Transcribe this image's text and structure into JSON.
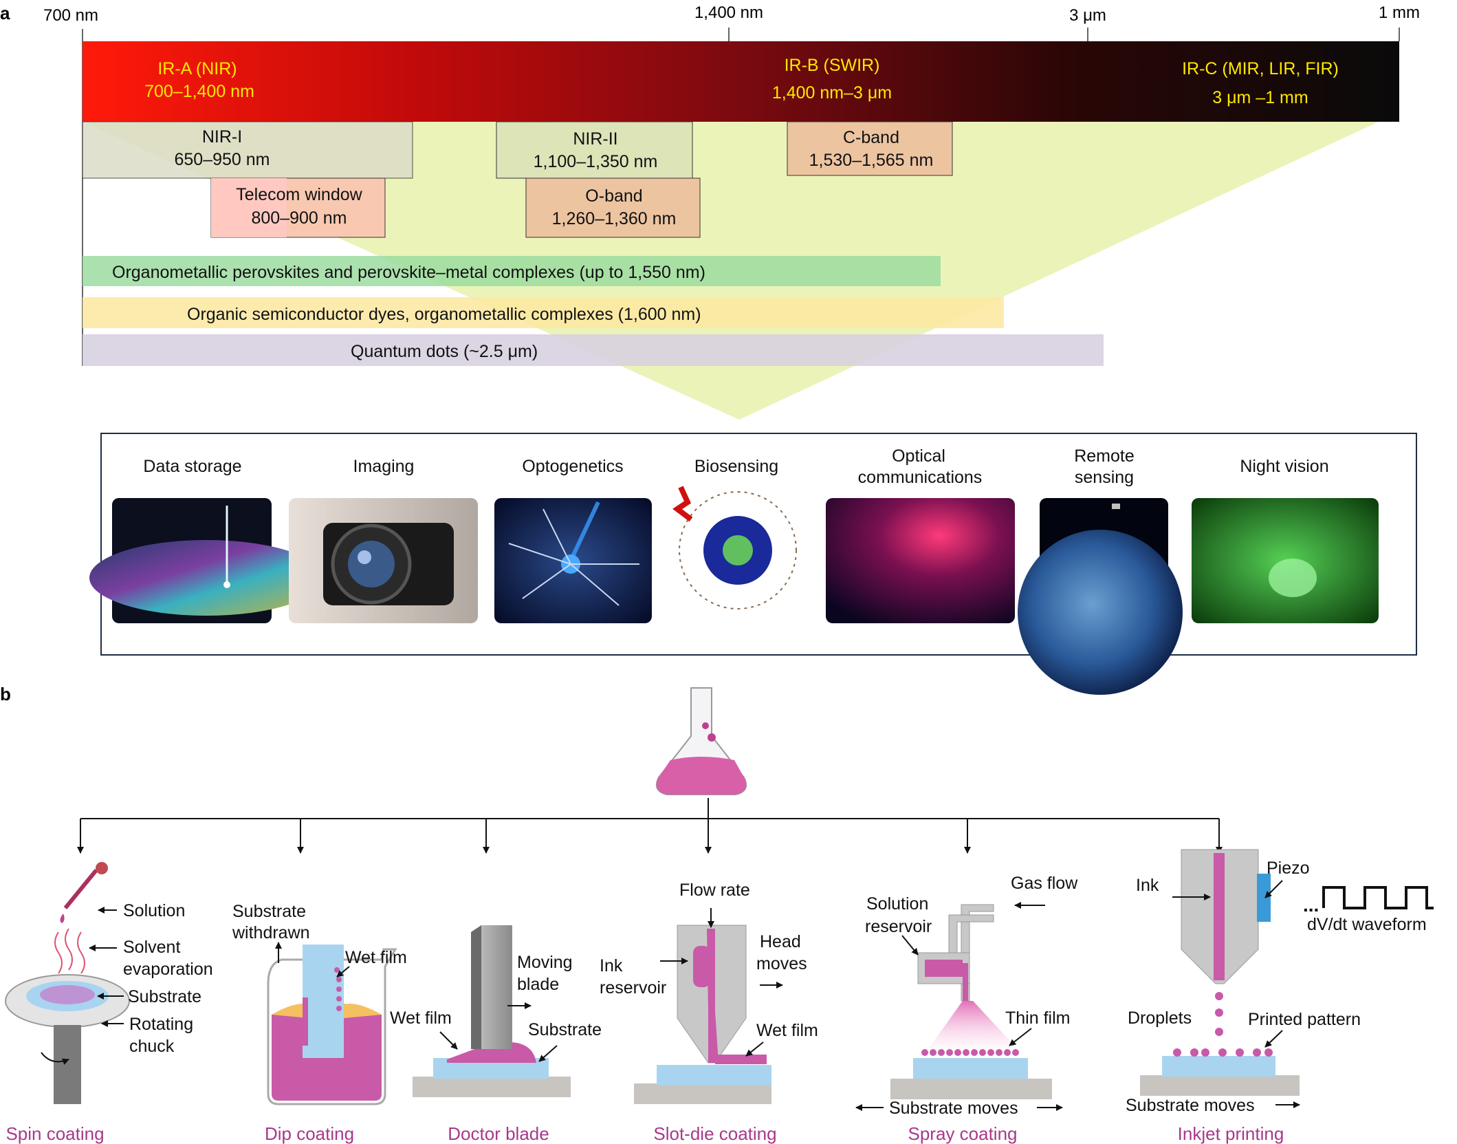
{
  "panel_a": {
    "label": "a",
    "ticks": [
      "700 nm",
      "1,400 nm",
      "3 μm",
      "1 mm"
    ],
    "ir_bands": [
      {
        "name": "IR-A (NIR)",
        "range": "700–1,400 nm"
      },
      {
        "name": "IR-B (SWIR)",
        "range": "1,400 nm–3 μm"
      },
      {
        "name": "IR-C (MIR, LIR, FIR)",
        "range": "3 μm –1 mm"
      }
    ],
    "windows": {
      "nir1": {
        "name": "NIR-I",
        "range": "650–950 nm"
      },
      "telecom": {
        "name": "Telecom window",
        "range": "800–900 nm"
      },
      "nir2": {
        "name": "NIR-II",
        "range": "1,100–1,350 nm"
      },
      "oband": {
        "name": "O-band",
        "range": "1,260–1,360 nm"
      },
      "cband": {
        "name": "C-band",
        "range": "1,530–1,565 nm"
      }
    },
    "materials": {
      "perovskites": "Organometallic perovskites and perovskite–metal complexes (up to 1,550 nm)",
      "organic": "Organic semiconductor dyes, organometallic complexes (1,600 nm)",
      "qdots": "Quantum dots (~2.5 μm)"
    },
    "applications": [
      "Data storage",
      "Imaging",
      "Optogenetics",
      "Biosensing",
      "Optical communications",
      "Remote sensing",
      "Night vision"
    ]
  },
  "panel_b": {
    "label": "b",
    "methods": [
      "Spin coating",
      "Dip coating",
      "Doctor blade",
      "Slot-die coating",
      "Spray coating",
      "Inkjet printing"
    ],
    "spin": {
      "solution": "Solution",
      "solvent1": "Solvent",
      "solvent2": "evaporation",
      "substrate": "Substrate",
      "chuck1": "Rotating",
      "chuck2": "chuck"
    },
    "dip": {
      "withdrawn1": "Substrate",
      "withdrawn2": "withdrawn",
      "wet_film": "Wet film"
    },
    "blade": {
      "moving1": "Moving",
      "moving2": "blade",
      "wet_film": "Wet film",
      "substrate": "Substrate"
    },
    "slot": {
      "flow_rate": "Flow rate",
      "ink1": "Ink",
      "ink2": "reservoir",
      "head1": "Head",
      "head2": "moves",
      "wet_film": "Wet film"
    },
    "spray": {
      "reservoir1": "Solution",
      "reservoir2": "reservoir",
      "gas_flow": "Gas flow",
      "thin_film": "Thin film",
      "substrate_moves": "Substrate moves"
    },
    "inkjet": {
      "ink": "Ink",
      "piezo": "Piezo",
      "waveform": "dV/dt waveform",
      "droplets": "Droplets",
      "pattern": "Printed pattern",
      "substrate_moves": "Substrate moves"
    }
  }
}
